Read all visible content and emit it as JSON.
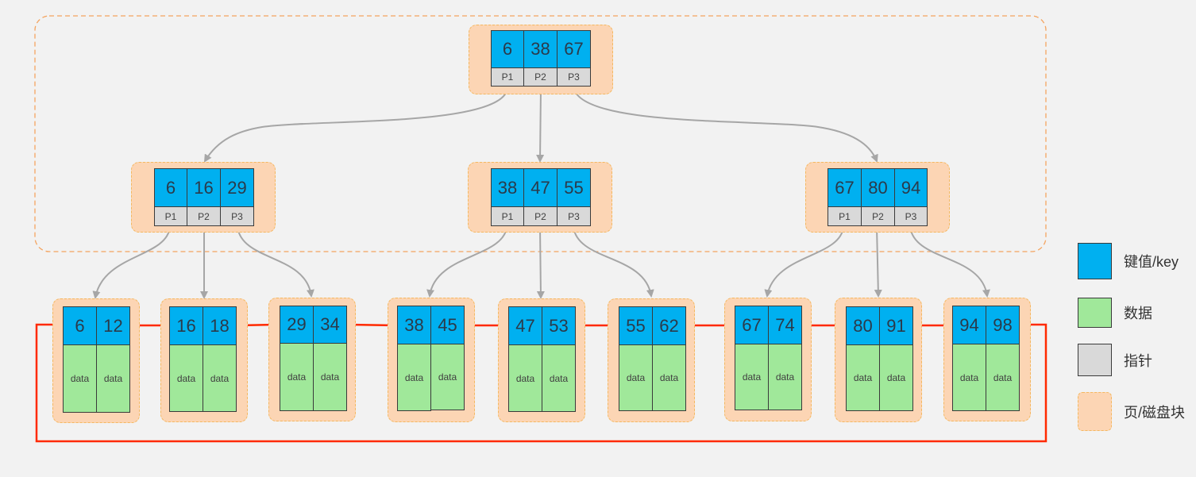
{
  "colors": {
    "key": "#00b0f0",
    "data": "#a0e89a",
    "pointer": "#d9d9d9",
    "page": "#fcd5b4",
    "link_arrow": "#ff2a00",
    "tree_arrow": "#a6a6a6"
  },
  "root": {
    "keys": [
      "6",
      "38",
      "67"
    ],
    "pointers": [
      "P1",
      "P2",
      "P3"
    ]
  },
  "internal": [
    {
      "keys": [
        "6",
        "16",
        "29"
      ],
      "pointers": [
        "P1",
        "P2",
        "P3"
      ]
    },
    {
      "keys": [
        "38",
        "47",
        "55"
      ],
      "pointers": [
        "P1",
        "P2",
        "P3"
      ]
    },
    {
      "keys": [
        "67",
        "80",
        "94"
      ],
      "pointers": [
        "P1",
        "P2",
        "P3"
      ]
    }
  ],
  "leaves": [
    {
      "keys": [
        "6",
        "12"
      ],
      "data": [
        "data",
        "data"
      ]
    },
    {
      "keys": [
        "16",
        "18"
      ],
      "data": [
        "data",
        "data"
      ]
    },
    {
      "keys": [
        "29",
        "34"
      ],
      "data": [
        "data",
        "data"
      ]
    },
    {
      "keys": [
        "38",
        "45"
      ],
      "data": [
        "data",
        "data"
      ]
    },
    {
      "keys": [
        "47",
        "53"
      ],
      "data": [
        "data",
        "data"
      ]
    },
    {
      "keys": [
        "55",
        "62"
      ],
      "data": [
        "data",
        "data"
      ]
    },
    {
      "keys": [
        "67",
        "74"
      ],
      "data": [
        "data",
        "data"
      ]
    },
    {
      "keys": [
        "80",
        "91"
      ],
      "data": [
        "data",
        "data"
      ]
    },
    {
      "keys": [
        "94",
        "98"
      ],
      "data": [
        "data",
        "data"
      ]
    }
  ],
  "legend": {
    "key_label": "键值/key",
    "data_label": "数据",
    "pointer_label": "指针",
    "page_label": "页/磁盘块"
  }
}
